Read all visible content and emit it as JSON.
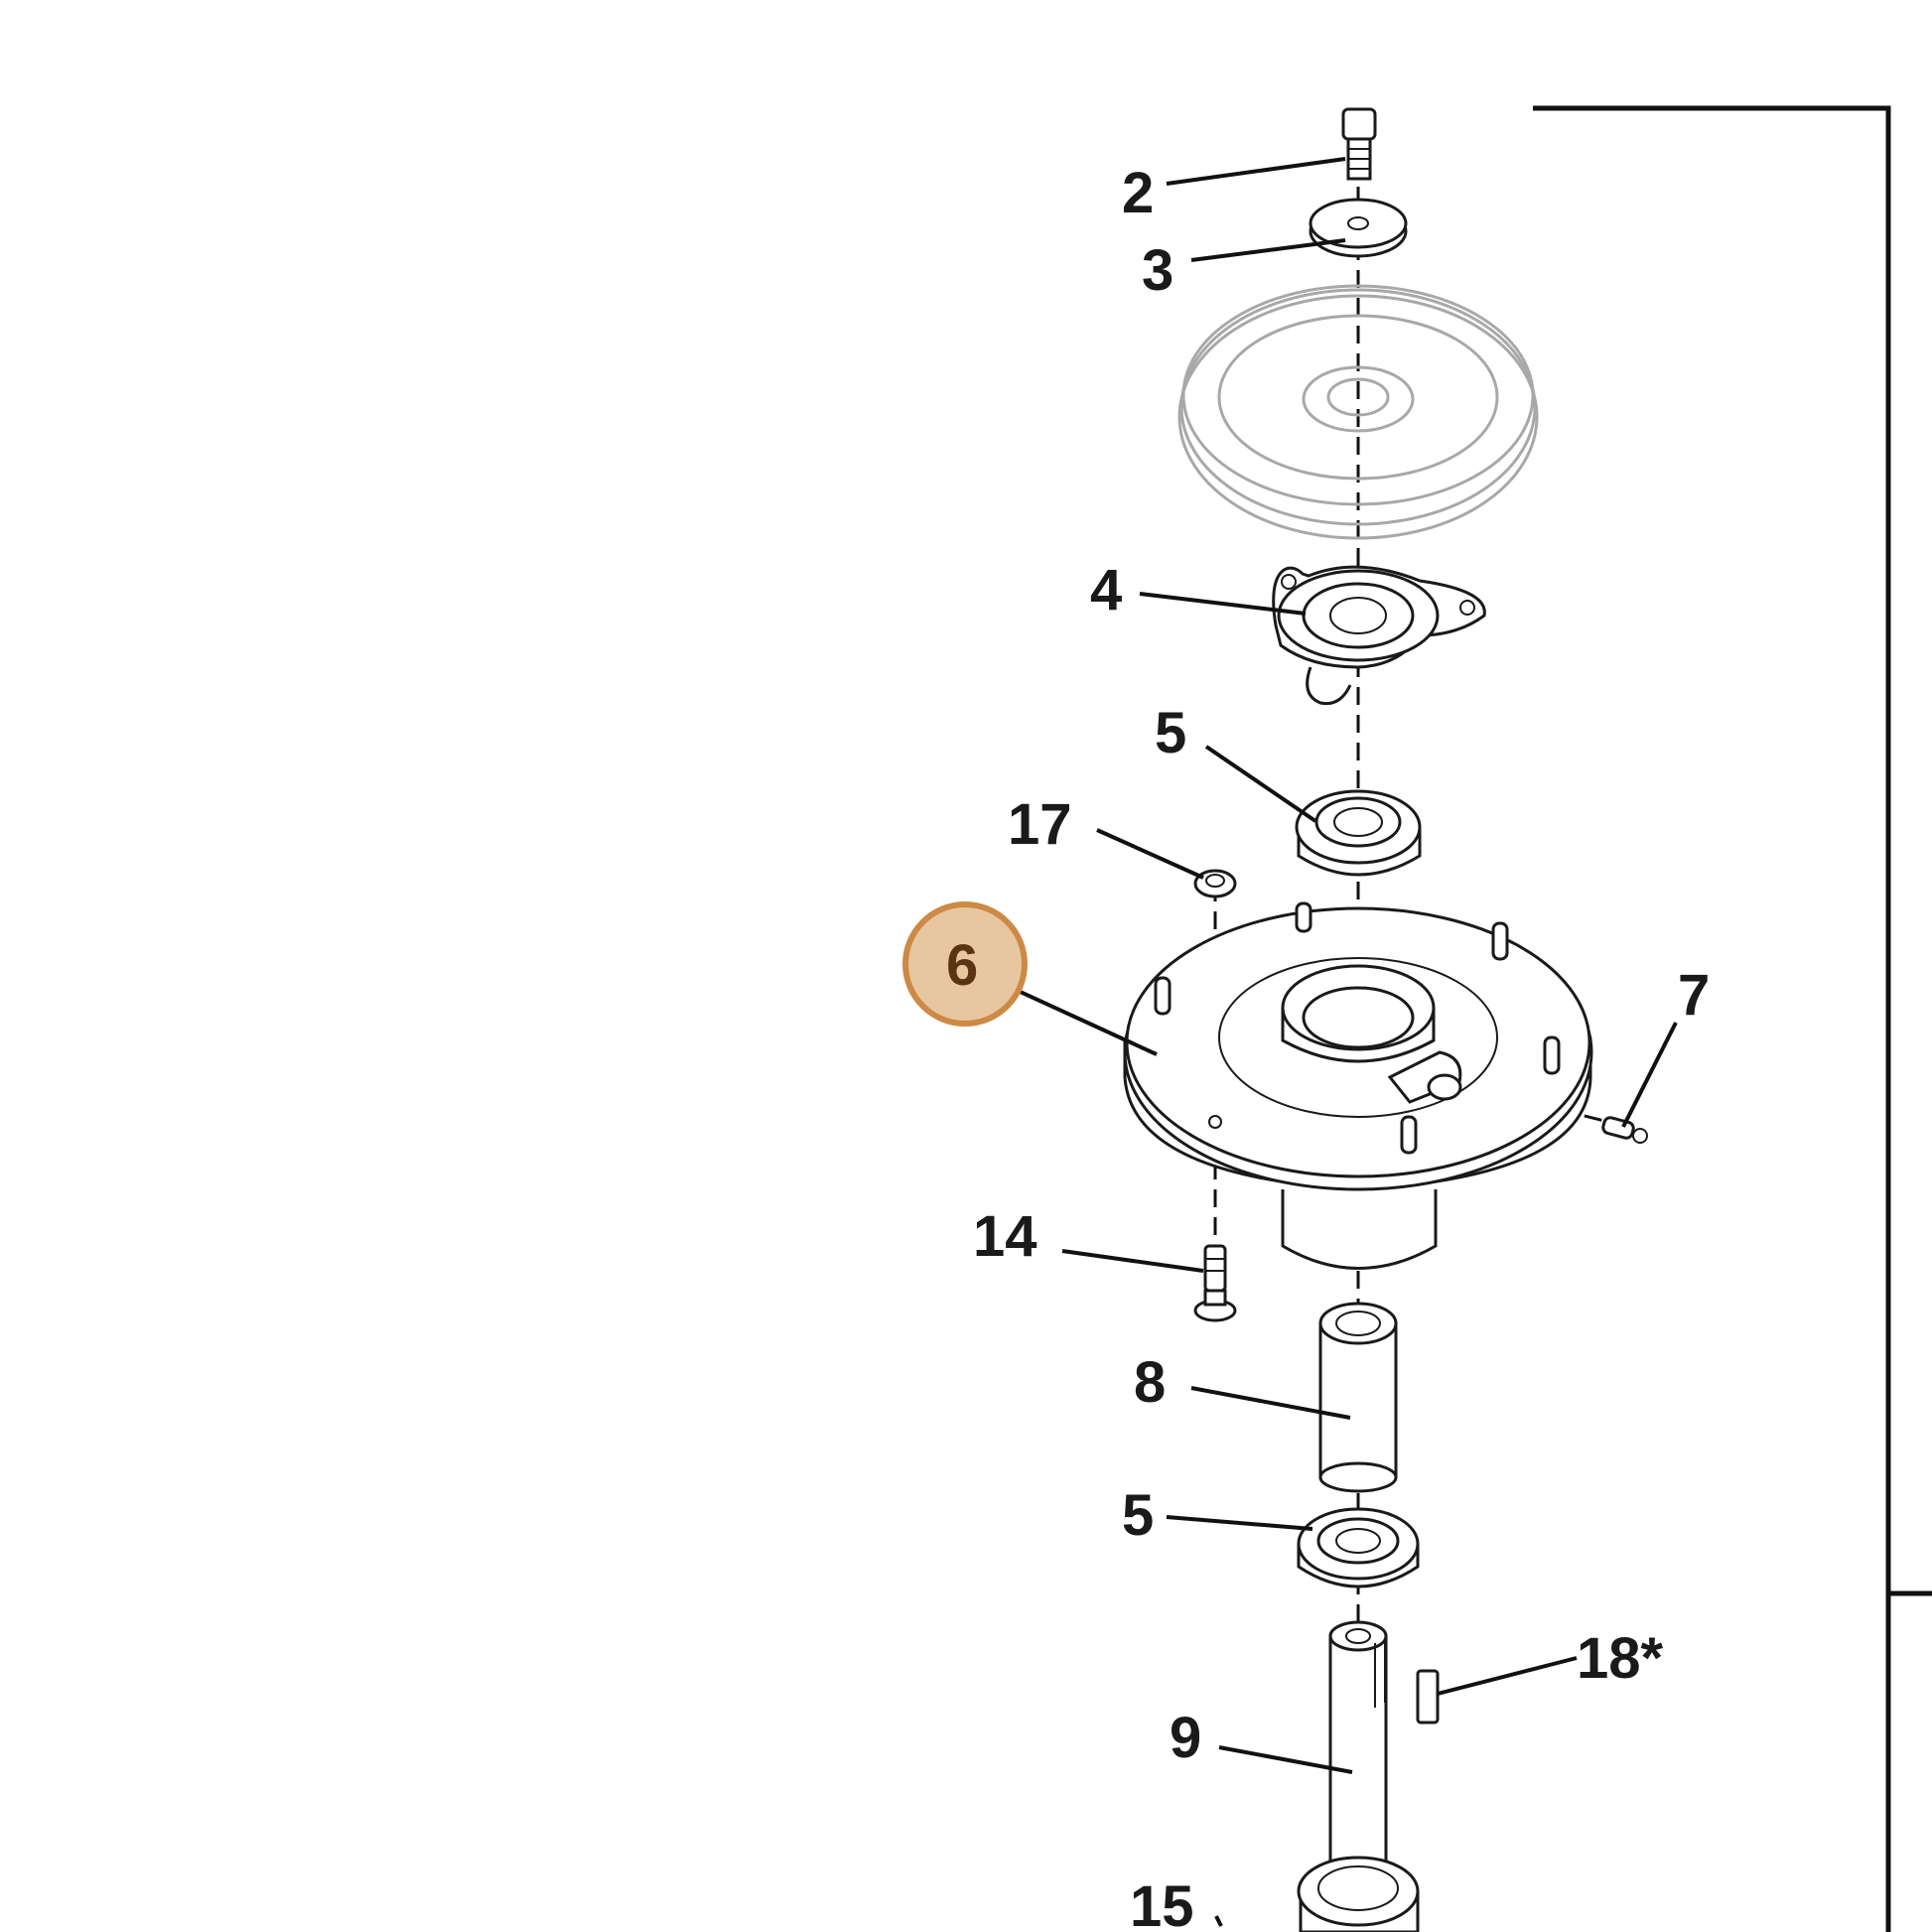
{
  "diagram": {
    "highlight": {
      "accent": "#cc8a45",
      "fill": "#e8c6a0"
    },
    "callouts": [
      {
        "id": "2",
        "label": "2"
      },
      {
        "id": "3",
        "label": "3"
      },
      {
        "id": "4",
        "label": "4"
      },
      {
        "id": "5a",
        "label": "5"
      },
      {
        "id": "17",
        "label": "17"
      },
      {
        "id": "6",
        "label": "6",
        "selected": true
      },
      {
        "id": "7",
        "label": "7"
      },
      {
        "id": "14",
        "label": "14"
      },
      {
        "id": "8",
        "label": "8"
      },
      {
        "id": "5b",
        "label": "5"
      },
      {
        "id": "18",
        "label": "18*"
      },
      {
        "id": "9",
        "label": "9"
      },
      {
        "id": "15",
        "label": "15"
      }
    ]
  }
}
